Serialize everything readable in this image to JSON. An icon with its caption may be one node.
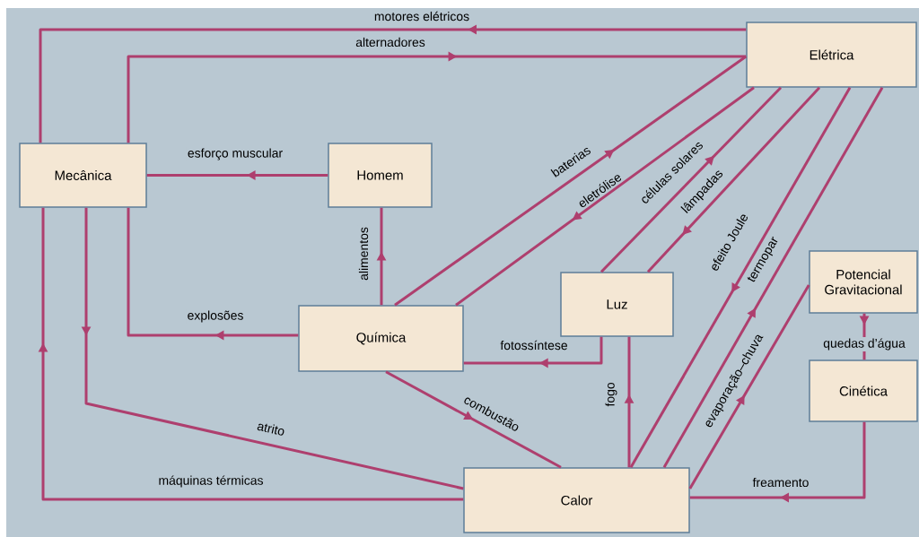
{
  "diagram": {
    "nodes": [
      {
        "text": [
          "Mecânica"
        ]
      },
      {
        "text": [
          "Elétrica"
        ]
      },
      {
        "text": [
          "Homem"
        ]
      },
      {
        "text": [
          "Química"
        ]
      },
      {
        "text": [
          "Luz"
        ]
      },
      {
        "text": [
          "Potencial Gravitacional"
        ]
      },
      {
        "text": [
          "Cinética"
        ]
      },
      {
        "text": [
          "Calor"
        ]
      }
    ],
    "edges": [
      {
        "from": 1,
        "to": 0,
        "arrow": "to",
        "label": "motores elétricos"
      },
      {
        "from": 0,
        "to": 1,
        "arrow": "to",
        "label": "alternadores"
      },
      {
        "from": 3,
        "to": 1,
        "arrow": "to",
        "label": "baterias"
      },
      {
        "from": 1,
        "to": 3,
        "arrow": "to",
        "label": "eletrólise"
      },
      {
        "from": 4,
        "to": 1,
        "arrow": "to",
        "label": "células solares"
      },
      {
        "from": 1,
        "to": 4,
        "arrow": "to",
        "label": "lâmpadas"
      },
      {
        "from": 1,
        "to": 7,
        "arrow": "to",
        "label": "efeito Joule"
      },
      {
        "from": 7,
        "to": 1,
        "arrow": "to",
        "label": "termopar"
      },
      {
        "from": 7,
        "to": 5,
        "arrow": "to",
        "label": "evaporação–chuva"
      },
      {
        "from": 5,
        "to": 6,
        "arrow": "to",
        "label": "quedas d’água"
      },
      {
        "from": 6,
        "to": 7,
        "arrow": "to",
        "label": "freamento"
      },
      {
        "from": 7,
        "to": 4,
        "arrow": "to",
        "label": "fogo"
      },
      {
        "from": 4,
        "to": 3,
        "arrow": "to",
        "label": "fotossíntese"
      },
      {
        "from": 3,
        "to": 7,
        "arrow": "to",
        "label": "combustão"
      },
      {
        "from": 3,
        "to": 2,
        "arrow": "to",
        "label": "alimentos"
      },
      {
        "from": 2,
        "to": 0,
        "arrow": "to",
        "label": "esforço muscular"
      },
      {
        "from": 3,
        "to": 0,
        "arrow": "to",
        "label": "explosões"
      },
      {
        "from": 0,
        "to": 7,
        "arrow": "to",
        "label": "atrito"
      },
      {
        "from": 7,
        "to": 0,
        "arrow": "to",
        "label": "máquinas térmicas"
      }
    ]
  }
}
